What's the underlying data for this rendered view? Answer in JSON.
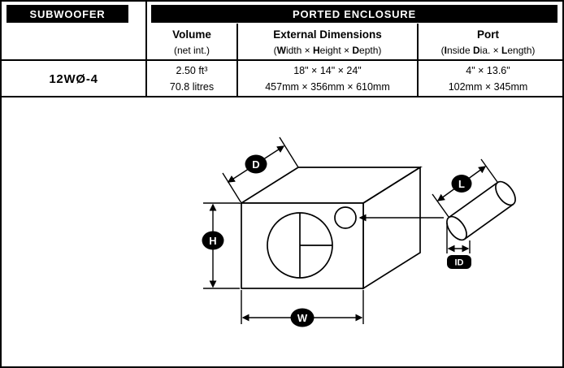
{
  "table": {
    "subwoofer_header": "SUBWOOFER",
    "enclosure_header": "PORTED ENCLOSURE",
    "volume_column": {
      "title": "Volume",
      "subtitle_segments": [
        {
          "text": "(net int.)",
          "bold": false
        }
      ]
    },
    "external_column": {
      "title": "External Dimensions",
      "subtitle_segments": [
        {
          "text": "(",
          "bold": false
        },
        {
          "text": "W",
          "bold": true
        },
        {
          "text": "idth × ",
          "bold": false
        },
        {
          "text": "H",
          "bold": true
        },
        {
          "text": "eight × ",
          "bold": false
        },
        {
          "text": "D",
          "bold": true
        },
        {
          "text": "epth)",
          "bold": false
        }
      ]
    },
    "port_column": {
      "title": "Port",
      "subtitle_segments": [
        {
          "text": "(",
          "bold": false
        },
        {
          "text": "I",
          "bold": true
        },
        {
          "text": "nside ",
          "bold": false
        },
        {
          "text": "D",
          "bold": true
        },
        {
          "text": "ia. × ",
          "bold": false
        },
        {
          "text": "L",
          "bold": true
        },
        {
          "text": "ength)",
          "bold": false
        }
      ]
    },
    "row": {
      "model": "12WØ-4",
      "volume_imperial": "2.50 ft³",
      "volume_metric": "70.8 litres",
      "external_imperial": "18\" × 14\" × 24\"",
      "external_metric": "457mm × 356mm × 610mm",
      "port_imperial": "4\" × 13.6\"",
      "port_metric": "102mm × 345mm"
    }
  },
  "diagram": {
    "labels": {
      "depth": "D",
      "height": "H",
      "width": "W",
      "length": "L",
      "inside_diameter": "ID"
    }
  }
}
